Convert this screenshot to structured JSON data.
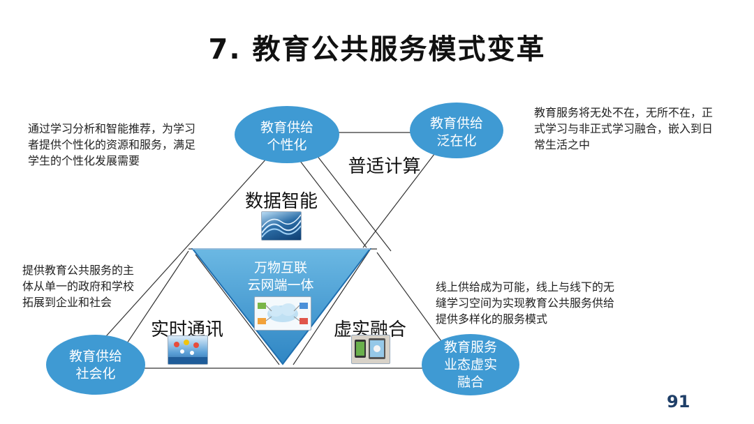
{
  "slide": {
    "title": "7. 教育公共服务模式变革",
    "page_number": "91"
  },
  "nodes": {
    "personalized": "教育供给\n个性化",
    "ubiquitous": "教育供给\n泛在化",
    "socialized": "教育供给\n社会化",
    "virtual_real": "教育服务\n业态虚实\n融合"
  },
  "edges": {
    "pervasive_computing": "普适计算",
    "data_intelligence": "数据智能",
    "realtime_comm": "实时通讯",
    "virtual_real_fusion": "虚实融合"
  },
  "center": {
    "text": "万物互联\n云网端一体"
  },
  "descriptions": {
    "personalized": "通过学习分析和智能推荐，为学习\n者提供个性化的资源和服务，满足\n学生的个性化发展需要",
    "ubiquitous": "教育服务将无处不在，无所不在，正\n式学习与非正式学习融合，嵌入到日\n常生活之中",
    "socialized": "提供教育公共服务的主\n体从单一的政府和学校\n拓展到企业和社会",
    "virtual_real": "线上供给成为可能，线上与线下的无\n缝学习空间为实现教育公共服务供给\n提供多样化的服务模式"
  },
  "colors": {
    "node_fill": "#3f9ad3",
    "center_fill_top": "#5aaedc",
    "center_fill_bottom": "#2f86c4",
    "center_border": "#1f6fb0",
    "line": "#333333"
  }
}
